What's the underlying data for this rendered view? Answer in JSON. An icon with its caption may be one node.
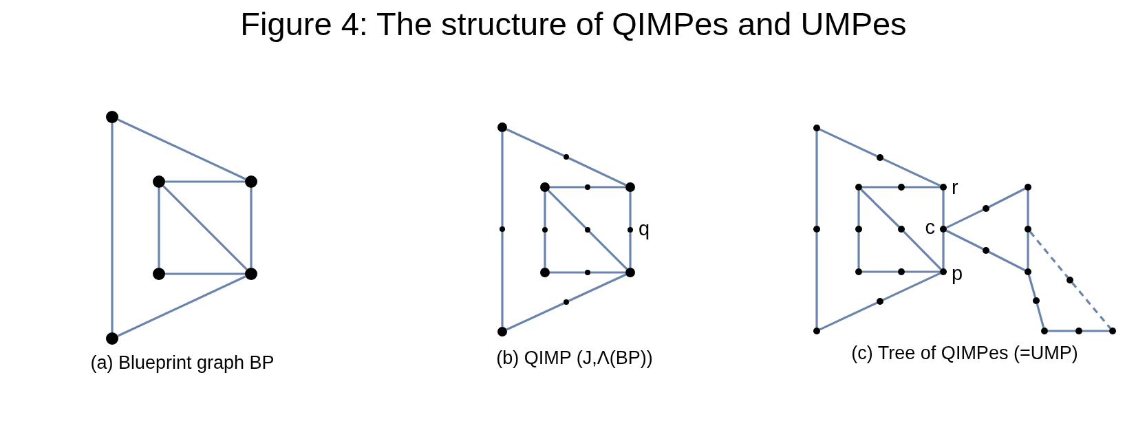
{
  "diagram": {
    "title": "Figure 4: The structure of QIMPes and UMPes",
    "nodes": [
      {
        "text": [],
        "shape": "circle"
      },
      {
        "text": [],
        "shape": "circle"
      },
      {
        "text": [],
        "shape": "circle"
      },
      {
        "text": [],
        "shape": "circle"
      },
      {
        "text": [],
        "shape": "circle"
      },
      {
        "text": [],
        "shape": "circle"
      },
      {
        "text": [],
        "shape": "circle"
      },
      {
        "text": [],
        "shape": "circle"
      },
      {
        "text": [],
        "shape": "circle"
      },
      {
        "text": [],
        "shape": "circle"
      },
      {
        "text": [],
        "shape": "circle"
      },
      {
        "text": [],
        "shape": "circle"
      },
      {
        "text": [],
        "shape": "circle"
      },
      {
        "text": [],
        "shape": "circle"
      },
      {
        "text": [],
        "shape": "circle"
      },
      {
        "text": [],
        "shape": "circle"
      },
      {
        "text": [],
        "shape": "circle"
      },
      {
        "text": [],
        "shape": "circle"
      },
      {
        "text": [],
        "shape": "circle",
        "beside": [
          "q"
        ]
      },
      {
        "text": [],
        "shape": "circle"
      },
      {
        "text": [],
        "shape": "circle"
      },
      {
        "text": [],
        "shape": "circle"
      },
      {
        "text": [],
        "shape": "circle"
      },
      {
        "text": [],
        "shape": "circle"
      },
      {
        "text": [],
        "shape": "circle"
      },
      {
        "text": [],
        "shape": "circle"
      },
      {
        "text": [],
        "shape": "circle"
      },
      {
        "text": [],
        "shape": "circle"
      },
      {
        "text": [],
        "shape": "circle"
      },
      {
        "text": [],
        "shape": "circle"
      },
      {
        "text": [],
        "shape": "circle"
      },
      {
        "text": [],
        "shape": "circle",
        "beside": [
          "r"
        ]
      },
      {
        "text": [],
        "shape": "circle",
        "beside": [
          "c"
        ]
      },
      {
        "text": [],
        "shape": "circle",
        "beside": [
          "p"
        ]
      },
      {
        "text": [],
        "shape": "circle"
      },
      {
        "text": [],
        "shape": "circle"
      },
      {
        "text": [],
        "shape": "circle"
      },
      {
        "text": [],
        "shape": "circle"
      },
      {
        "text": [],
        "shape": "circle"
      },
      {
        "text": [],
        "shape": "circle"
      },
      {
        "text": [],
        "shape": "circle"
      },
      {
        "text": [],
        "shape": "circle"
      },
      {
        "text": [],
        "shape": "circle"
      },
      {
        "text": [],
        "shape": "circle"
      }
    ],
    "edges": [
      {
        "from": 0,
        "to": 4,
        "arrow": "none"
      },
      {
        "from": 0,
        "to": 1,
        "arrow": "none"
      },
      {
        "from": 2,
        "to": 4,
        "arrow": "none"
      },
      {
        "from": 2,
        "to": 3,
        "arrow": "none"
      },
      {
        "from": 2,
        "to": 5,
        "arrow": "none"
      },
      {
        "from": 3,
        "to": 5,
        "arrow": "none"
      },
      {
        "from": 4,
        "to": 5,
        "arrow": "none"
      },
      {
        "from": 1,
        "to": 5,
        "arrow": "none"
      },
      {
        "from": 6,
        "to": 12,
        "arrow": "none"
      },
      {
        "from": 12,
        "to": 17,
        "arrow": "none"
      },
      {
        "from": 6,
        "to": 7,
        "arrow": "none"
      },
      {
        "from": 7,
        "to": 8,
        "arrow": "none"
      },
      {
        "from": 9,
        "to": 14,
        "arrow": "none"
      },
      {
        "from": 14,
        "to": 17,
        "arrow": "none"
      },
      {
        "from": 9,
        "to": 10,
        "arrow": "none"
      },
      {
        "from": 10,
        "to": 11,
        "arrow": "none"
      },
      {
        "from": 9,
        "to": 15,
        "arrow": "none"
      },
      {
        "from": 15,
        "to": 19,
        "arrow": "none"
      },
      {
        "from": 17,
        "to": 18,
        "arrow": "none"
      },
      {
        "from": 18,
        "to": 19,
        "arrow": "none"
      },
      {
        "from": 11,
        "to": 16,
        "arrow": "none"
      },
      {
        "from": 16,
        "to": 19,
        "arrow": "none"
      },
      {
        "from": 8,
        "to": 13,
        "arrow": "none"
      },
      {
        "from": 13,
        "to": 19,
        "arrow": "none"
      },
      {
        "from": 20,
        "to": 26,
        "arrow": "none"
      },
      {
        "from": 26,
        "to": 31,
        "arrow": "none"
      },
      {
        "from": 20,
        "to": 21,
        "arrow": "none"
      },
      {
        "from": 21,
        "to": 22,
        "arrow": "none"
      },
      {
        "from": 23,
        "to": 28,
        "arrow": "none"
      },
      {
        "from": 28,
        "to": 31,
        "arrow": "none"
      },
      {
        "from": 23,
        "to": 24,
        "arrow": "none"
      },
      {
        "from": 24,
        "to": 25,
        "arrow": "none"
      },
      {
        "from": 23,
        "to": 29,
        "arrow": "none"
      },
      {
        "from": 29,
        "to": 33,
        "arrow": "none"
      },
      {
        "from": 31,
        "to": 32,
        "arrow": "none"
      },
      {
        "from": 32,
        "to": 33,
        "arrow": "none"
      },
      {
        "from": 25,
        "to": 30,
        "arrow": "none"
      },
      {
        "from": 30,
        "to": 33,
        "arrow": "none"
      },
      {
        "from": 22,
        "to": 27,
        "arrow": "none"
      },
      {
        "from": 27,
        "to": 33,
        "arrow": "none"
      },
      {
        "from": 32,
        "to": 34,
        "arrow": "none"
      },
      {
        "from": 34,
        "to": 36,
        "arrow": "none"
      },
      {
        "from": 36,
        "to": 37,
        "arrow": "none"
      },
      {
        "from": 37,
        "to": 38,
        "arrow": "none"
      },
      {
        "from": 32,
        "to": 35,
        "arrow": "none"
      },
      {
        "from": 35,
        "to": 38,
        "arrow": "none"
      },
      {
        "from": 38,
        "to": 39,
        "arrow": "none"
      },
      {
        "from": 39,
        "to": 40,
        "arrow": "none"
      },
      {
        "from": 40,
        "to": 42,
        "arrow": "none"
      },
      {
        "from": 42,
        "to": 43,
        "arrow": "none"
      },
      {
        "from": 37,
        "to": 41,
        "arrow": "none",
        "style": "dashed"
      },
      {
        "from": 41,
        "to": 43,
        "arrow": "none",
        "style": "dashed"
      }
    ],
    "labels": [
      "(a) Blueprint graph BP",
      "(b) QIMP (J,Λ(BP))",
      "(c) Tree of QIMPes (=UMP)"
    ]
  }
}
